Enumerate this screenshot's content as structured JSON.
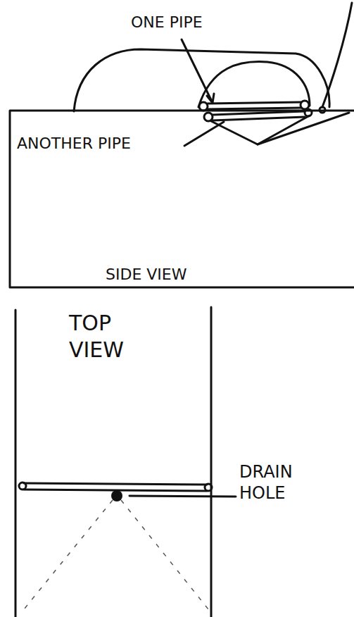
{
  "diagram": {
    "labels": [
      "ONE PIPE",
      "ANOTHER PIPE",
      "SIDE VIEW",
      "TOP VIEW",
      "DRAIN HOLE"
    ]
  }
}
